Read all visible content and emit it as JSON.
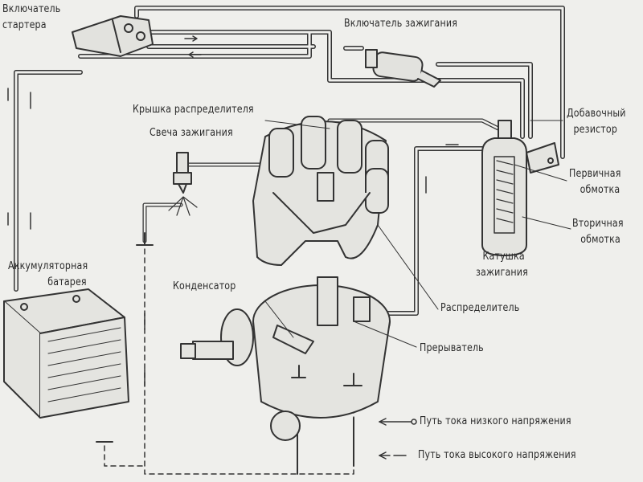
{
  "labels": {
    "starter_switch": [
      "Включатель",
      "стартера"
    ],
    "ignition_switch": "Включатель зажигания",
    "distributor_cap": "Крышка распределителя",
    "spark_plug": "Свеча зажигания",
    "ballast_resistor": [
      "Добавочный",
      "резистор"
    ],
    "primary_winding": [
      "Первичная",
      "обмотка"
    ],
    "secondary_winding": [
      "Вторичная",
      "обмотка"
    ],
    "ignition_coil": [
      "Катушка",
      "зажигания"
    ],
    "battery": [
      "Аккумуляторная",
      "батарея"
    ],
    "condenser": "Конденсатор",
    "distributor": "Распределитель",
    "breaker": "Прерыватель"
  },
  "legend": {
    "low_voltage": "Путь тока низкого напряжения",
    "high_voltage": "Путь тока высокого напряжения"
  },
  "colors": {
    "background": "#efefec",
    "ink": "#2a2a2a"
  }
}
